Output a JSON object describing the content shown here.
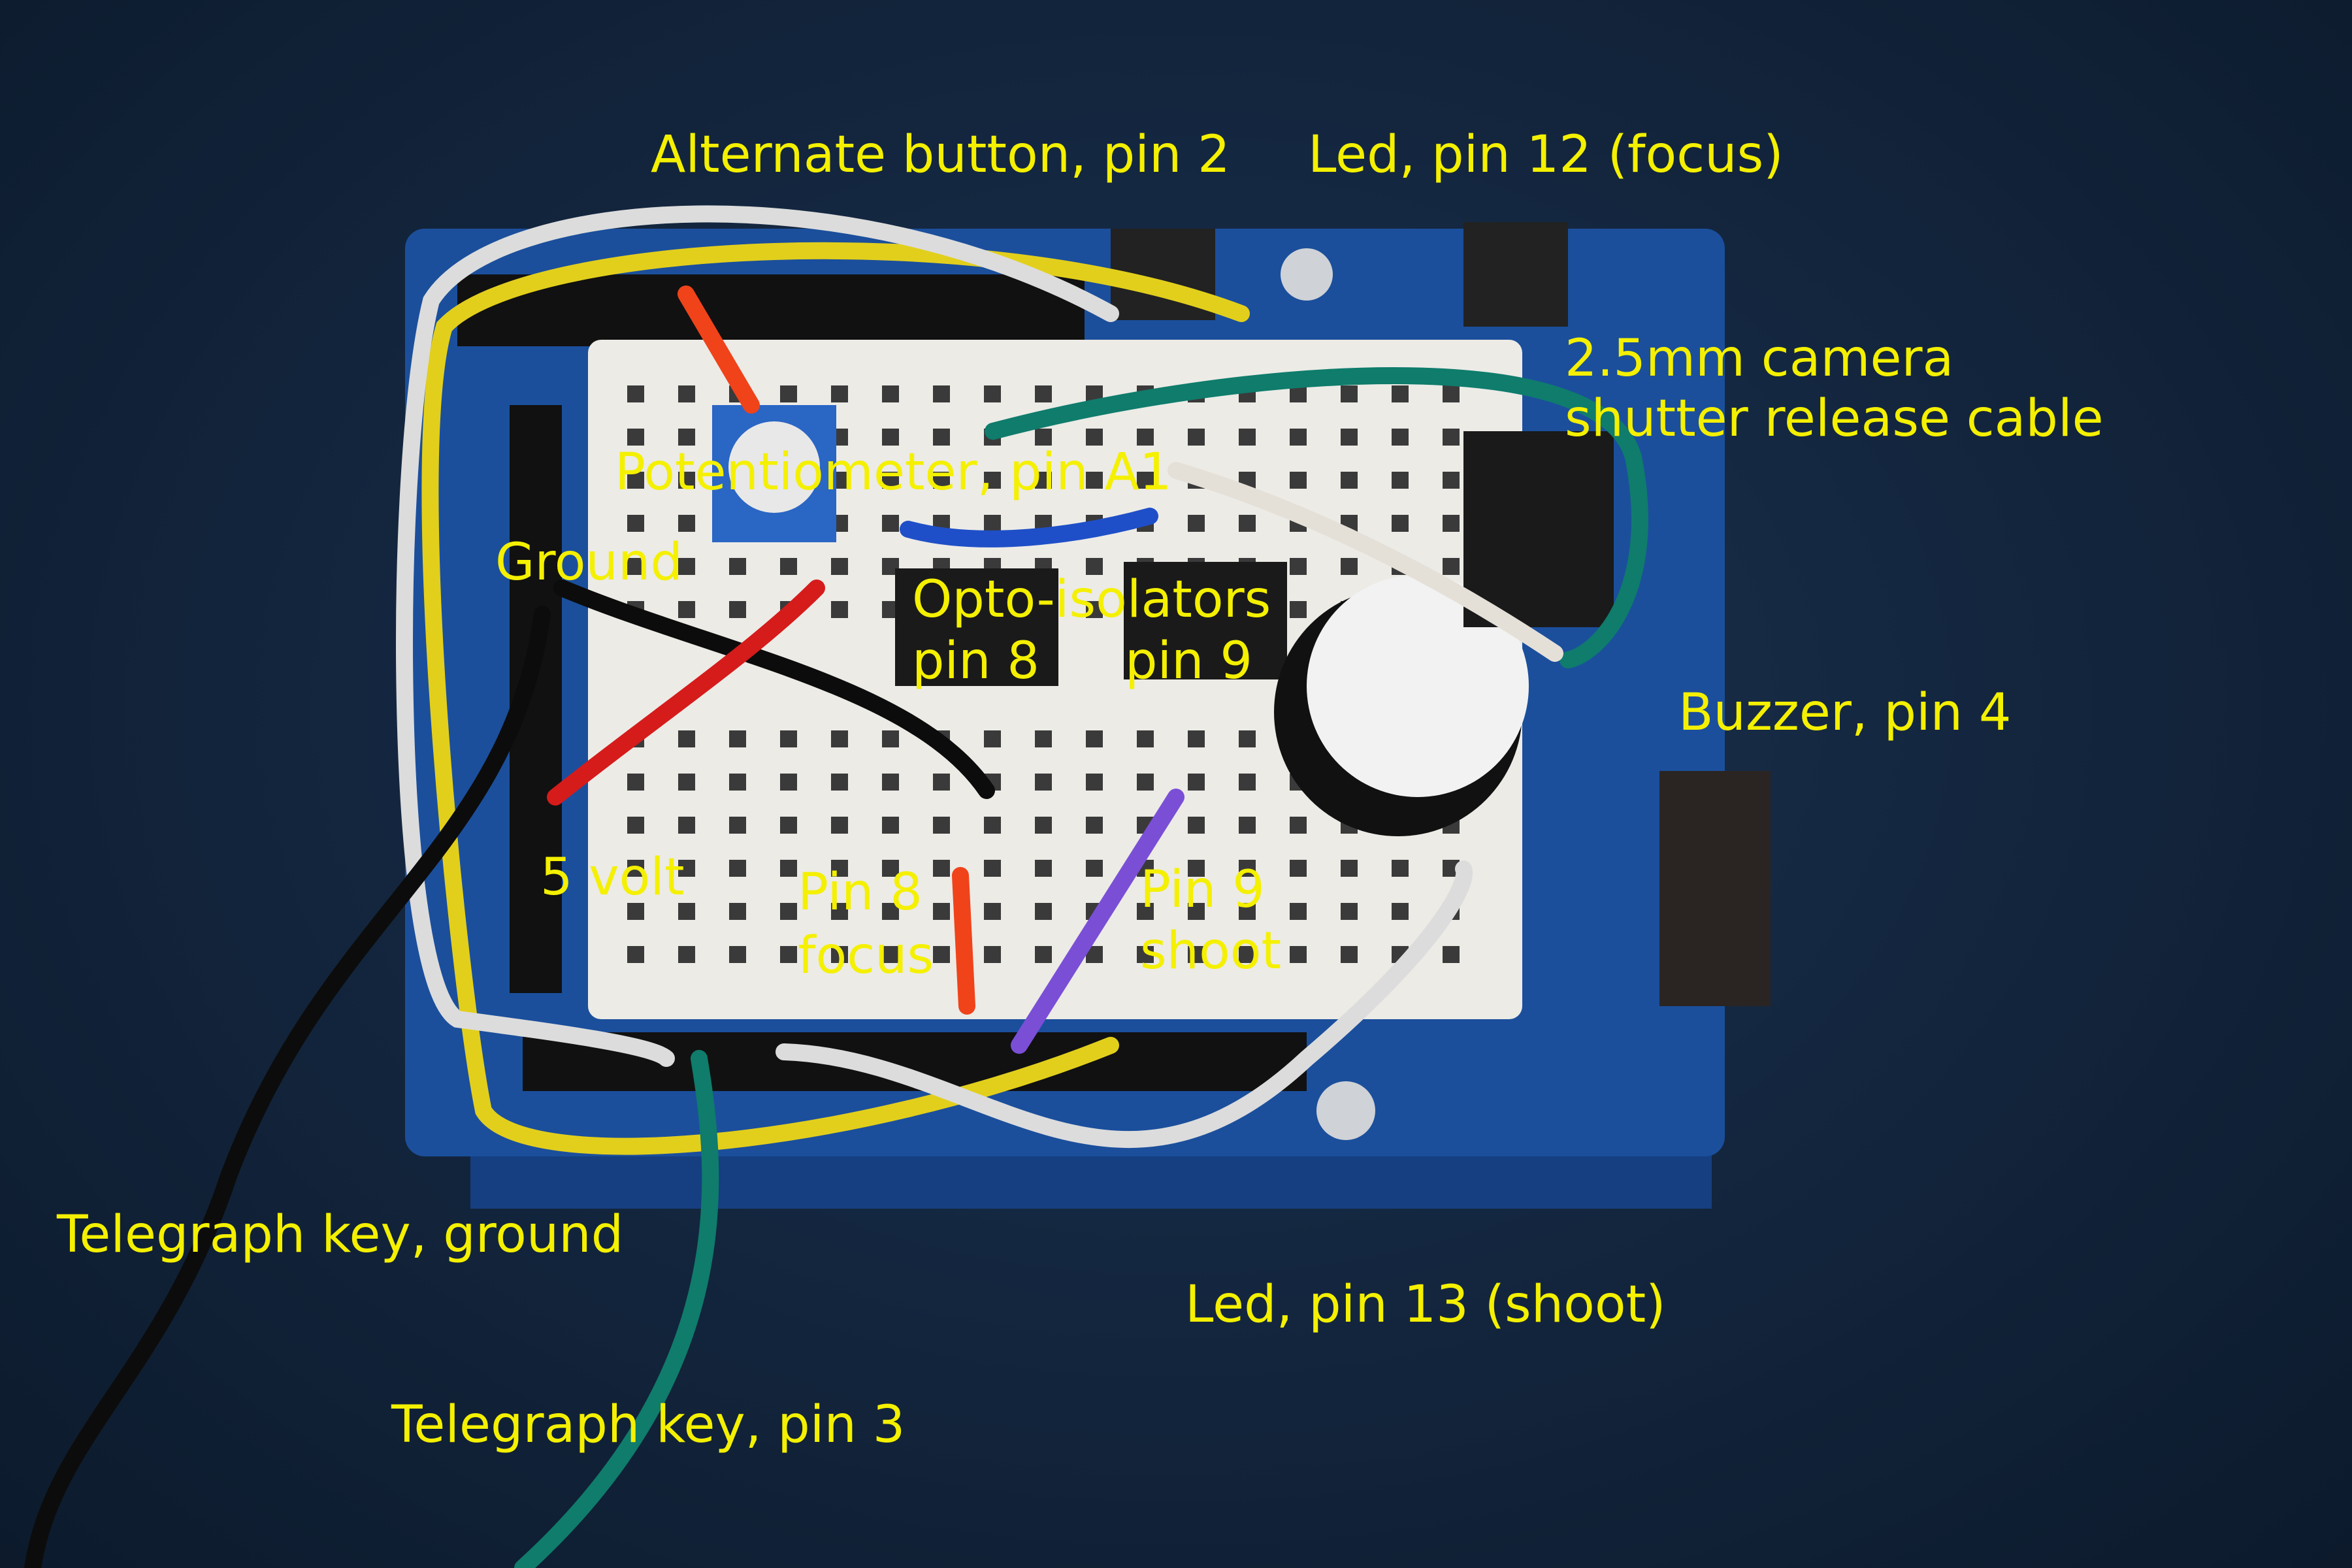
{
  "photo": {
    "colors": {
      "label": "#f4f000",
      "pcb": "#1b4f9c",
      "breadboard": "#ecebe6",
      "carpet": "#142740"
    }
  },
  "labels": {
    "alternate_button": "Alternate button, pin 2",
    "led_focus": "Led, pin 12 (focus)",
    "camera_cable_1": "2.5mm camera",
    "camera_cable_2": "shutter release cable",
    "potentiometer": "Potentiometer, pin A1",
    "ground": "Ground",
    "opto_isolators": "Opto-isolators",
    "opto_pin8": "pin 8",
    "opto_pin9": "pin 9",
    "buzzer": "Buzzer, pin 4",
    "five_volt": "5 volt",
    "pin8_1": "Pin 8",
    "pin8_2": "focus",
    "pin9_1": "Pin 9",
    "pin9_2": "shoot",
    "telegraph_ground": "Telegraph key, ground",
    "led_shoot": "Led, pin 13 (shoot)",
    "telegraph_pin3": "Telegraph key, pin 3"
  }
}
